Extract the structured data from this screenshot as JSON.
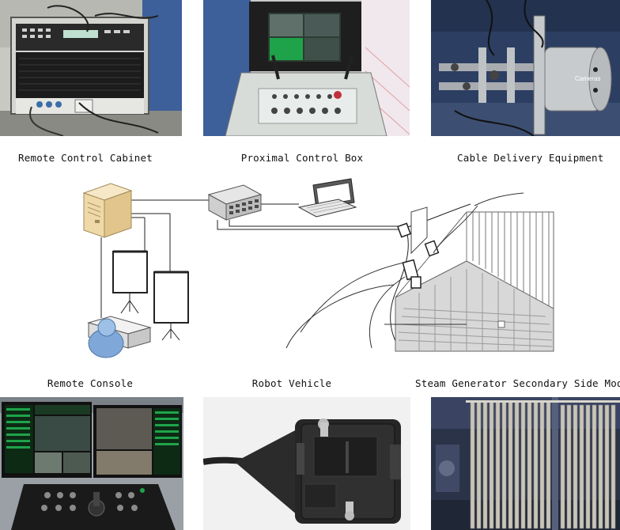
{
  "captions": {
    "remote_control_cabinet": "Remote Control Cabinet",
    "proximal_control_box": "Proximal Control Box",
    "cable_delivery_equipment": "Cable Delivery Equipment",
    "remote_console": "Remote Console",
    "robot_vehicle": "Robot Vehicle",
    "steam_generator_model": "Steam Generator Secondary Side Model"
  },
  "photo_text": {
    "cameras": "Cameras"
  },
  "colors": {
    "cabinet_blue": "#3d5f9a",
    "monitor_green": "#1fa34a",
    "robot_black": "#262626",
    "server_beige": "#efd9a8",
    "user_blue": "#7fa8d8",
    "tube_grey": "#c8c4b8"
  }
}
